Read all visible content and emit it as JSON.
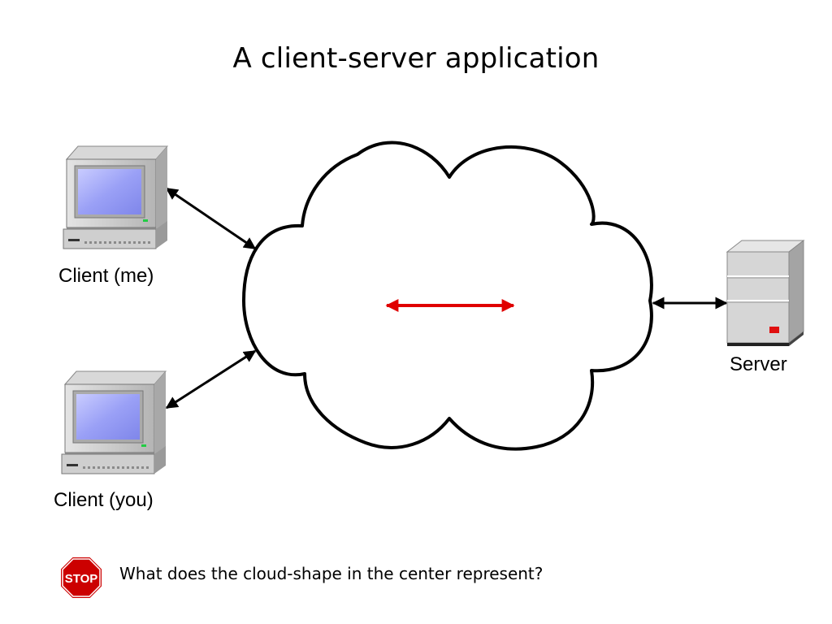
{
  "slide": {
    "title": "A client-server application",
    "question": "What does the cloud-shape in the center represent?"
  },
  "nodes": {
    "client_me": "Client (me)",
    "client_you": "Client (you)",
    "server": "Server"
  },
  "stop_sign": {
    "text": "STOP",
    "color": "#cc0000"
  },
  "colors": {
    "inner_arrow": "#e00000",
    "cloud_outline": "#000000",
    "screen": "#8f96f4",
    "computer_body": "#c8c8c8",
    "server_body": "#d6d6d6",
    "server_light": "#e01010"
  },
  "icons": [
    "computer-icon",
    "server-icon",
    "cloud-shape",
    "stop-sign-icon"
  ]
}
